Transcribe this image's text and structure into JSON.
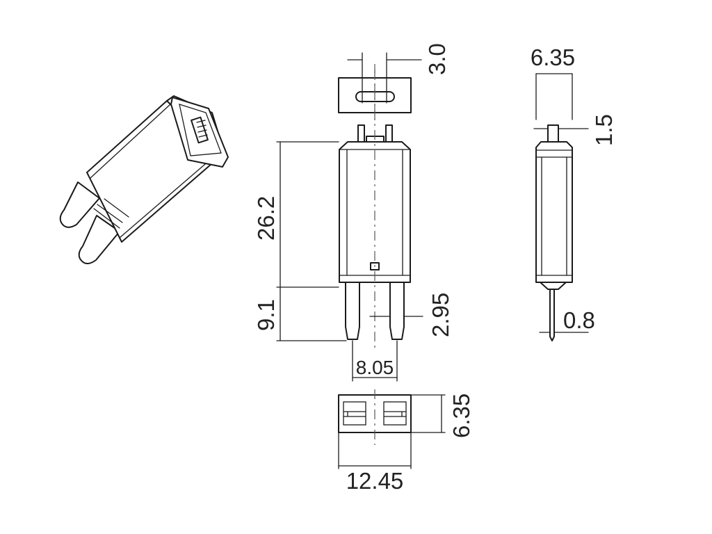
{
  "colors": {
    "line": "#1a1a1a",
    "text": "#222222",
    "background": "#ffffff"
  },
  "dimensions": {
    "top_pin_width": "3.0",
    "overall_height": "26.2",
    "terminal_length": "9.1",
    "terminal_width": "2.95",
    "terminal_spacing": "8.05",
    "bottom_height": "6.35",
    "bottom_width": "12.45",
    "side_width": "6.35",
    "side_pin_width": "1.5",
    "side_blade_thickness": "0.8"
  }
}
